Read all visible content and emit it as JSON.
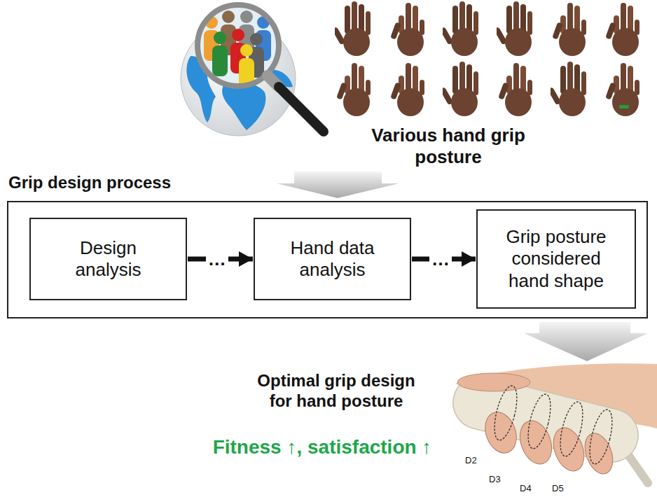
{
  "diagram": {
    "nodes": [
      {
        "text": [
          "Grip design process"
        ]
      },
      {
        "text": [
          "Design analysis"
        ],
        "in": 0
      },
      {
        "text": [
          "Hand data analysis"
        ],
        "in": 0
      },
      {
        "text": [
          "Grip posture considered hand shape"
        ],
        "in": 0
      }
    ],
    "edges": [
      {
        "from": 1,
        "to": 2,
        "arrow": "to",
        "label": "…"
      },
      {
        "from": 2,
        "to": 3,
        "arrow": "to",
        "label": "…"
      }
    ],
    "labels": [
      "Various hand grip posture",
      "Optimal grip design for hand posture",
      "Fitness ↑, satisfaction ↑",
      "D2",
      "D3",
      "D4",
      "D5"
    ]
  }
}
